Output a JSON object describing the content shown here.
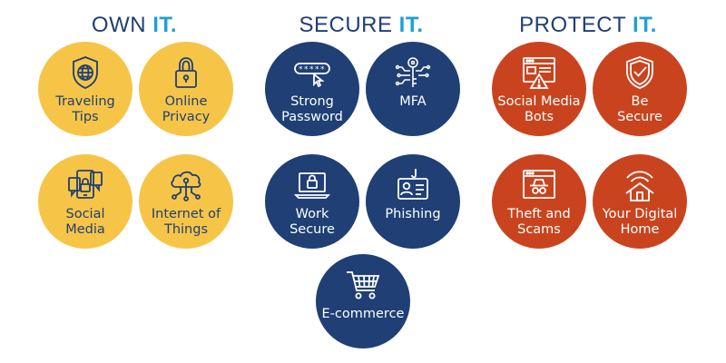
{
  "colors": {
    "yellow": "#F6C548",
    "navy": "#1F3F75",
    "orange": "#C9441E",
    "it_accent": "#1EA0D8",
    "heading_navy": "#1F3F75"
  },
  "columns": [
    {
      "title_word": "OWN ",
      "title_it": "IT.",
      "items": [
        {
          "label": "Traveling\nTips",
          "icon": "globe-shield-icon"
        },
        {
          "label": "Online\nPrivacy",
          "icon": "padlock-icon"
        },
        {
          "label": "Social\nMedia",
          "icon": "social-media-lock-icon"
        },
        {
          "label": "Internet of\nThings",
          "icon": "cloud-network-icon"
        }
      ]
    },
    {
      "title_word": "SECURE ",
      "title_it": "IT.",
      "items": [
        {
          "label": "Strong\nPassword",
          "icon": "password-field-icon"
        },
        {
          "label": "MFA",
          "icon": "key-circuit-icon"
        },
        {
          "label": "Work\nSecure",
          "icon": "laptop-lock-icon"
        },
        {
          "label": "Phishing",
          "icon": "hook-id-card-icon"
        },
        {
          "label": "E-commerce",
          "icon": "shopping-cart-icon"
        }
      ]
    },
    {
      "title_word": "PROTECT ",
      "title_it": "IT.",
      "items": [
        {
          "label": "Social Media\nBots",
          "icon": "browser-warning-icon"
        },
        {
          "label": "Be\nSecure",
          "icon": "shield-check-icon"
        },
        {
          "label": "Theft and\nScams",
          "icon": "browser-spy-icon"
        },
        {
          "label": "Your Digital\nHome",
          "icon": "wifi-home-icon"
        }
      ]
    }
  ]
}
